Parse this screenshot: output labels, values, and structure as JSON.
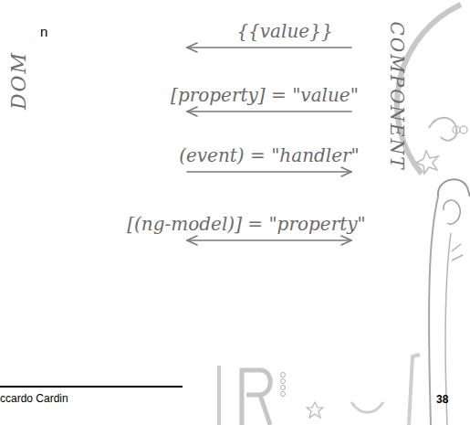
{
  "diagram": {
    "nodes": [
      {
        "text": [
          "DOM"
        ]
      },
      {
        "text": [
          "COMPONENT"
        ]
      }
    ],
    "edges": [
      {
        "from": 1,
        "to": 0,
        "arrow": "to",
        "label": "{{value}}"
      },
      {
        "from": 1,
        "to": 0,
        "arrow": "to",
        "label": "[property] = \"value\""
      },
      {
        "from": 0,
        "to": 1,
        "arrow": "to",
        "label": "(event) = \"handler\""
      },
      {
        "from": 0,
        "to": 1,
        "arrow": "both",
        "label": "[(ng-model)] = \"property\""
      }
    ],
    "labels": [
      "n",
      "ccardo Cardin",
      "38"
    ]
  }
}
